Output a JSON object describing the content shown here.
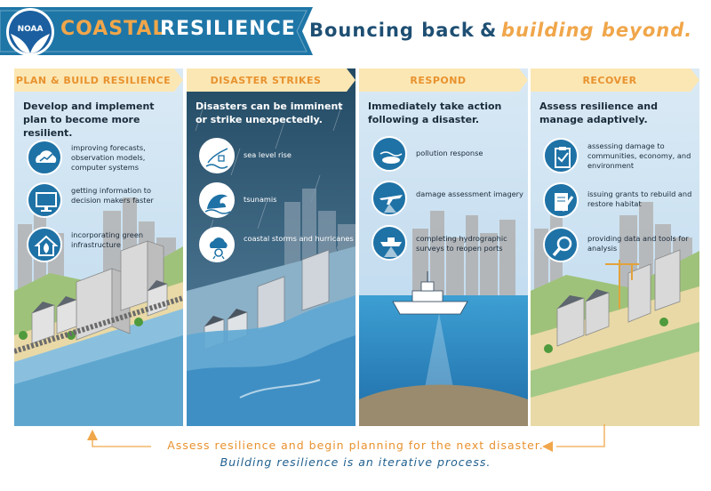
{
  "header": {
    "logo_text": "NOAA",
    "title_part1": "COASTAL",
    "title_part2": "RESILIENCE",
    "tagline_part1": "Bouncing back",
    "tagline_amp": "&",
    "tagline_part2": "building beyond."
  },
  "colors": {
    "banner": "#1e76a7",
    "accent_orange": "#f0a64a",
    "header_bar": "#fbe7b4",
    "dark_blue": "#1e4f73",
    "icon_blue": "#1e72a6"
  },
  "panels": [
    {
      "title": "PLAN & BUILD RESILIENCE",
      "description": "Develop and implement plan to become more resilient.",
      "items": [
        {
          "icon": "cloud-chart-icon",
          "text": "improving forecasts, observation models, computer systems"
        },
        {
          "icon": "monitor-icon",
          "text": "getting information to decision makers faster"
        },
        {
          "icon": "green-house-icon",
          "text": "incorporating green infrastructure"
        }
      ]
    },
    {
      "title": "DISASTER STRIKES",
      "description": "Disasters can be imminent or strike unexpectedly.",
      "items": [
        {
          "icon": "sea-level-rise-icon",
          "text": "sea level rise"
        },
        {
          "icon": "tsunami-wave-icon",
          "text": "tsunamis"
        },
        {
          "icon": "hurricane-icon",
          "text": "coastal storms and hurricanes"
        }
      ]
    },
    {
      "title": "RESPOND",
      "description": "Immediately take action following a disaster.",
      "items": [
        {
          "icon": "oil-spill-icon",
          "text": "pollution response"
        },
        {
          "icon": "airplane-icon",
          "text": "damage assessment imagery"
        },
        {
          "icon": "survey-ship-icon",
          "text": "completing hydrographic surveys to reopen ports"
        }
      ]
    },
    {
      "title": "RECOVER",
      "description": "Assess resilience and manage adaptively.",
      "items": [
        {
          "icon": "clipboard-check-icon",
          "text": "assessing damage to communities, economy, and environment"
        },
        {
          "icon": "document-pen-icon",
          "text": "issuing grants to rebuild and restore habitat"
        },
        {
          "icon": "magnifier-icon",
          "text": "providing data and tools for analysis"
        }
      ]
    }
  ],
  "footer": {
    "line1": "Assess resilience and begin planning for the next disaster.",
    "line2": "Building resilience is an iterative process."
  }
}
